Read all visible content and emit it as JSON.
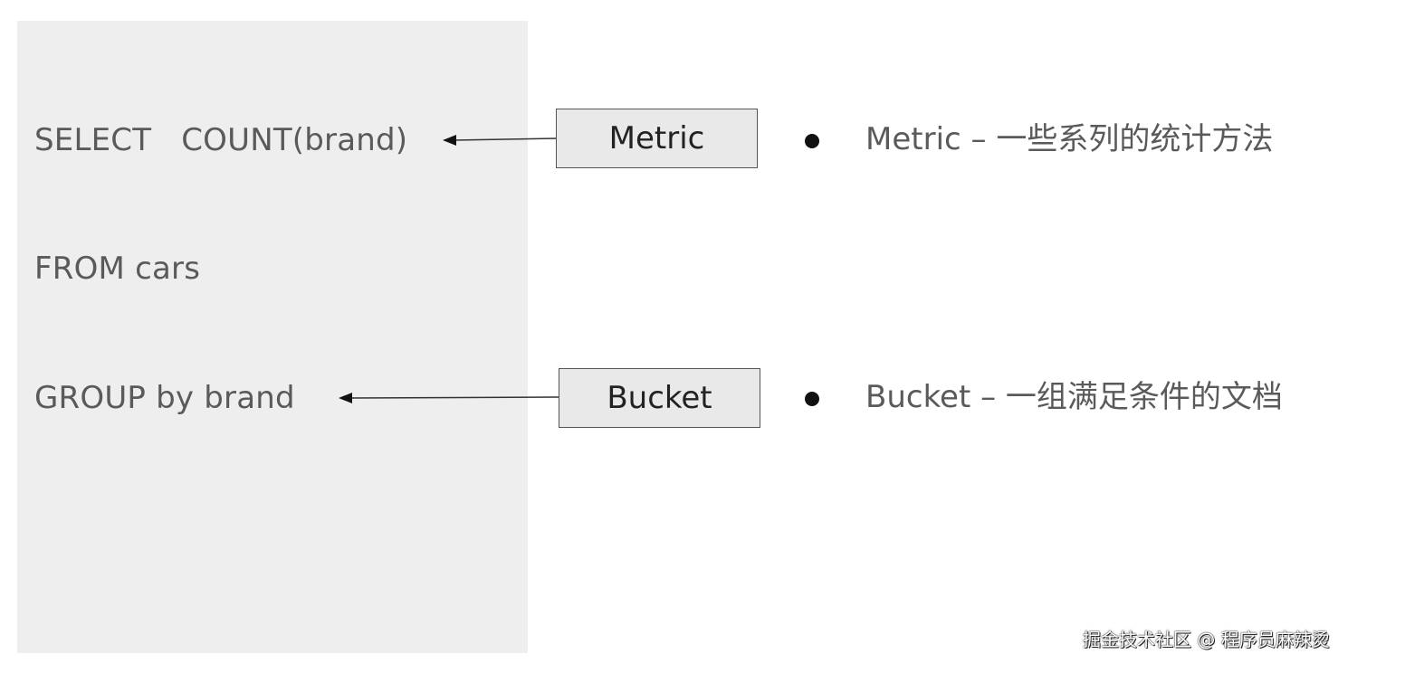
{
  "sql": {
    "line1": "SELECT   COUNT(brand)",
    "line2": "FROM cars",
    "line3": "GROUP by brand"
  },
  "boxes": {
    "metric": "Metric",
    "bucket": "Bucket"
  },
  "descriptions": {
    "metric": "Metric – 一些系列的统计方法",
    "bucket": "Bucket – 一组满足条件的文档"
  },
  "watermark": "掘金技术社区 @ 程序员麻辣烫",
  "colors": {
    "panel": "#eeeeee",
    "box_fill": "#e9e9e9",
    "text": "#5a5a5a"
  }
}
